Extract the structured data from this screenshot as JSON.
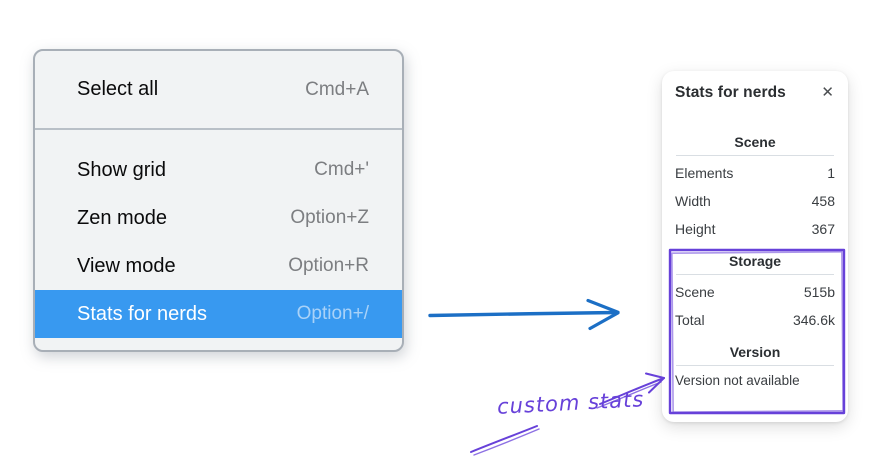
{
  "context_menu": {
    "groups": [
      {
        "items": [
          {
            "label": "Select all",
            "shortcut": "Cmd+A",
            "selected": false
          }
        ]
      },
      {
        "items": [
          {
            "label": "Show grid",
            "shortcut": "Cmd+'",
            "selected": false
          },
          {
            "label": "Zen mode",
            "shortcut": "Option+Z",
            "selected": false
          },
          {
            "label": "View mode",
            "shortcut": "Option+R",
            "selected": false
          },
          {
            "label": "Stats for nerds",
            "shortcut": "Option+/",
            "selected": true
          }
        ]
      }
    ]
  },
  "stats_panel": {
    "title": "Stats for nerds",
    "close_glyph": "✕",
    "sections": [
      {
        "heading": "Scene",
        "rows": [
          [
            "Elements",
            "1"
          ],
          [
            "Width",
            "458"
          ],
          [
            "Height",
            "367"
          ]
        ]
      },
      {
        "heading": "Storage",
        "rows": [
          [
            "Scene",
            "515b"
          ],
          [
            "Total",
            "346.6k"
          ]
        ]
      },
      {
        "heading": "Version",
        "note": "Version not available"
      }
    ]
  },
  "annotation": {
    "label": "custom stats"
  },
  "colors": {
    "menu_highlight_blue": "#3899f0",
    "flow_arrow_blue": "#1c6fc5",
    "annotation_purple": "#6741d9",
    "menu_background": "#f1f3f4",
    "menu_border": "#a8afb7"
  }
}
